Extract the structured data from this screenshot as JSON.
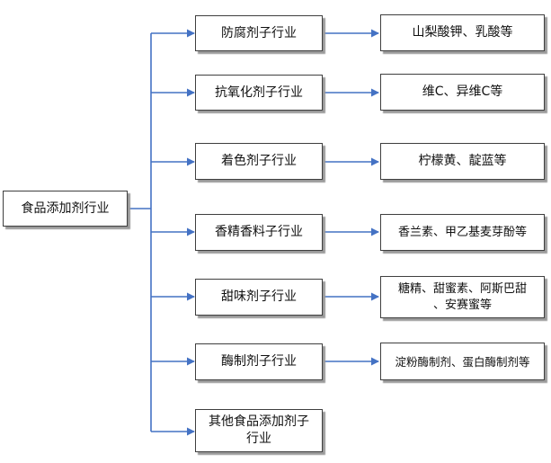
{
  "root": {
    "label": "食品添加剂行业"
  },
  "branches": [
    {
      "category": "防腐剂子行业",
      "examples": "山梨酸钾、乳酸等"
    },
    {
      "category": "抗氧化剂子行业",
      "examples": "维C、异维C等"
    },
    {
      "category": "着色剂子行业",
      "examples": "柠檬黄、靛蓝等"
    },
    {
      "category": "香精香料子行业",
      "examples": "香兰素、甲乙基麦芽酚等"
    },
    {
      "category": "甜味剂子行业",
      "examples_line1": "糖精、甜蜜素、阿斯巴甜",
      "examples_line2": "、安赛蜜等"
    },
    {
      "category": "酶制剂子行业",
      "examples": "淀粉酶制剂、蛋白酶制剂等"
    },
    {
      "category_line1": "其他食品添加剂子",
      "category_line2": "行业"
    }
  ],
  "colors": {
    "connector": "#4472c4",
    "border": "#3f3f3f",
    "shadow": "#9a9a9a"
  }
}
